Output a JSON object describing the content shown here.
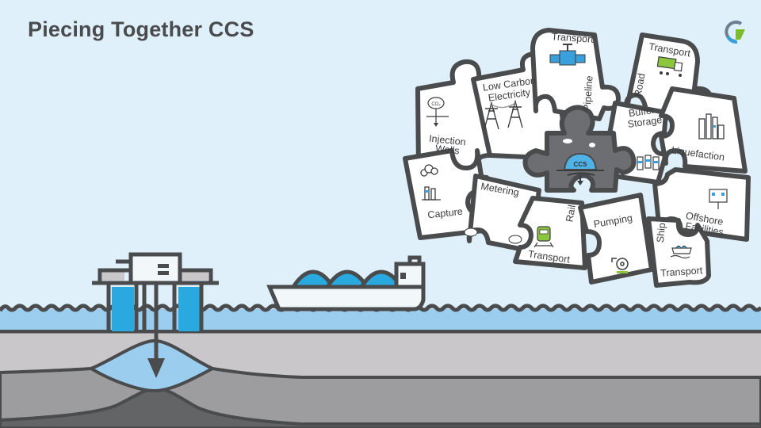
{
  "title": "Piecing Together CCS",
  "logo": {
    "icon": "g-logo-icon",
    "colors": {
      "arc_blue": "#3aa0dc",
      "arc_gray": "#6d7f8f",
      "green": "#7dbb2f"
    }
  },
  "puzzle": {
    "center": {
      "label": "CCS",
      "color": "#6d6e71"
    },
    "pieces": [
      {
        "id": "injection-wells",
        "lines": [
          "Injection",
          "Wells"
        ],
        "icon": "co2-injection-icon"
      },
      {
        "id": "low-carbon-electricity",
        "lines": [
          "Low Carbon",
          "Electricity"
        ],
        "icon": "power-pylon-icon"
      },
      {
        "id": "transport-pipeline",
        "lines": [
          "Transport",
          "Pipeline"
        ],
        "icon": "pipeline-valve-icon"
      },
      {
        "id": "transport-road",
        "lines": [
          "Transport",
          "Road"
        ],
        "icon": "truck-icon"
      },
      {
        "id": "buffer-storage",
        "lines": [
          "Buffer",
          "Storage"
        ],
        "icon": "storage-tanks-icon"
      },
      {
        "id": "liquefaction",
        "lines": [
          "Liquefaction"
        ],
        "icon": "plant-icon"
      },
      {
        "id": "capture",
        "lines": [
          "Capture"
        ],
        "icon": "factory-icon"
      },
      {
        "id": "metering",
        "lines": [
          "Metering"
        ],
        "icon": "co2-cloud-icon"
      },
      {
        "id": "transport-rail",
        "lines": [
          "Transport",
          "Rail"
        ],
        "icon": "train-icon"
      },
      {
        "id": "pumping",
        "lines": [
          "Pumping"
        ],
        "icon": "pump-icon"
      },
      {
        "id": "offshore-facilities",
        "lines": [
          "Offshore",
          "Facilities"
        ],
        "icon": "offshore-platform-icon"
      },
      {
        "id": "transport-ship",
        "lines": [
          "Transport",
          "Ship"
        ],
        "icon": "ship-icon"
      }
    ]
  },
  "scene": {
    "co2_label": "CO₂",
    "colors": {
      "sky": "#dff0fa",
      "sea": "#9bcdef",
      "outline": "#4a4b4d",
      "rock_upper": "#c9c7ca",
      "rock_middle": "#9d9c9e",
      "rock_deep": "#636466",
      "accent_blue": "#2aa8e0",
      "accent_green": "#8cc63f"
    }
  }
}
